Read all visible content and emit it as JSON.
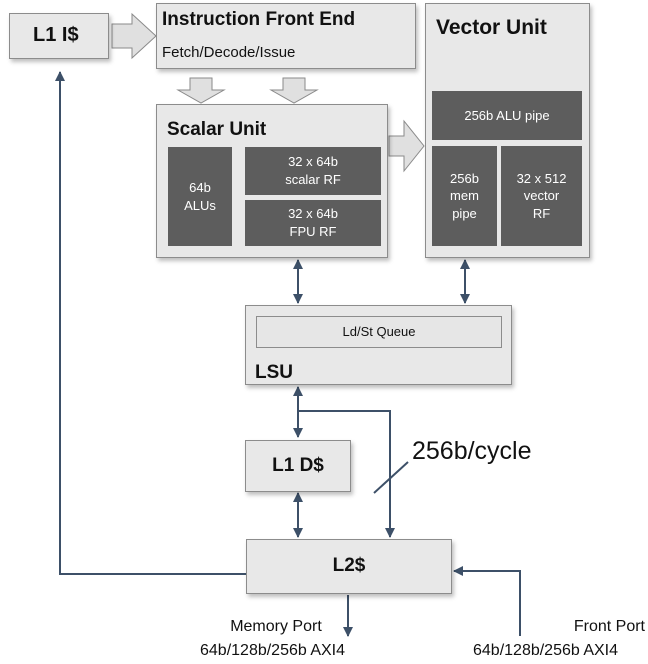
{
  "blocks": {
    "l1i": "L1 I$",
    "front_end": {
      "title": "Instruction Front End",
      "subtitle": "Fetch/Decode/Issue"
    },
    "vector_unit": {
      "title": "Vector Unit",
      "alu_pipe": "256b ALU pipe",
      "mem_pipe": "256b\nmem\npipe",
      "vector_rf": "32 x 512\nvector\nRF"
    },
    "scalar_unit": {
      "title": "Scalar Unit",
      "alus": "64b\nALUs",
      "scalar_rf": "32 x 64b\nscalar RF",
      "fpu_rf": "32 x 64b\nFPU RF"
    },
    "lsu": {
      "title": "LSU",
      "queue": "Ld/St Queue"
    },
    "l1d": "L1 D$",
    "l2": "L2$"
  },
  "bandwidth_label": "256b/cycle",
  "ports": {
    "memory": {
      "name": "Memory Port",
      "spec": "64b/128b/256b AXI4"
    },
    "front": {
      "name": "Front Port",
      "spec": "64b/128b/256b AXI4"
    }
  },
  "colors": {
    "box_fill": "#e8e8e8",
    "dark_fill": "#5d5d5d",
    "connector": "#3d5068"
  }
}
